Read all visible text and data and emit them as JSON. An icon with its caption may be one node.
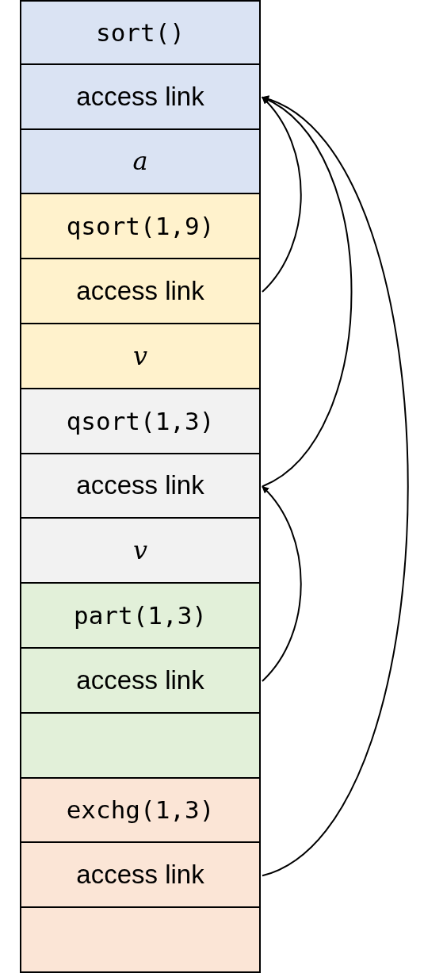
{
  "diagram": {
    "nodes": [
      {
        "text": [
          "sort()"
        ]
      },
      {
        "text": [
          "access link"
        ]
      },
      {
        "text": [
          "a"
        ]
      },
      {
        "text": [
          "qsort(1,9)"
        ]
      },
      {
        "text": [
          "access link"
        ]
      },
      {
        "text": [
          "v"
        ]
      },
      {
        "text": [
          "qsort(1,3)"
        ]
      },
      {
        "text": [
          "access link"
        ]
      },
      {
        "text": [
          "v"
        ]
      },
      {
        "text": [
          "part(1,3)"
        ]
      },
      {
        "text": [
          "access link"
        ]
      },
      {
        "text": [],
        "shape": "box"
      },
      {
        "text": [
          "exchg(1,3)"
        ]
      },
      {
        "text": [
          "access link"
        ]
      },
      {
        "text": [],
        "shape": "box"
      }
    ],
    "edges": [
      {
        "from": 4,
        "to": 1,
        "arrow": "to"
      },
      {
        "from": 7,
        "to": 1,
        "arrow": "to"
      },
      {
        "from": 10,
        "to": 7,
        "arrow": "to"
      },
      {
        "from": 13,
        "to": 1,
        "arrow": "to"
      }
    ]
  }
}
